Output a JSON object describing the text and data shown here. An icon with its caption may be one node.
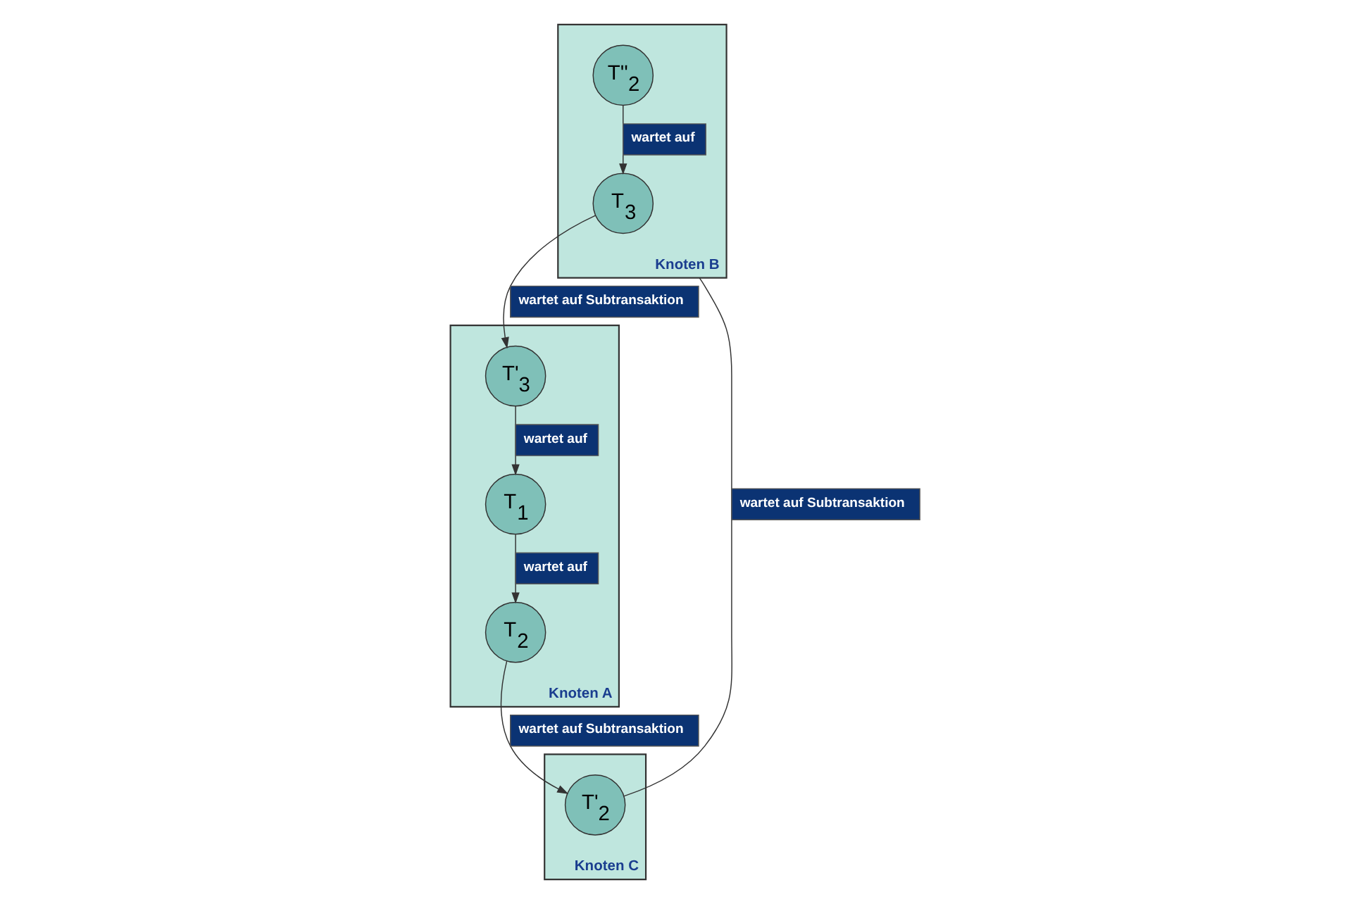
{
  "diagram": {
    "nodes": [
      {
        "text": [
          "Knoten A"
        ]
      },
      {
        "text": [
          "T$_{1}$"
        ],
        "in": 0
      },
      {
        "text": [
          "T'$_{3}$"
        ],
        "in": 0
      },
      {
        "text": [
          "T$_{2}$"
        ],
        "in": 0
      },
      {
        "text": [
          "Knoten B"
        ]
      },
      {
        "text": [
          "T$_{3}$"
        ],
        "in": 4
      },
      {
        "text": [
          "T''$_{2}$"
        ],
        "in": 4
      },
      {
        "text": [
          "Knoten C"
        ]
      },
      {
        "text": [
          "T'$_{2}$"
        ],
        "in": 7
      }
    ],
    "edges": [
      {
        "from": 2,
        "to": 1,
        "arrow": "to",
        "label": "wartet auf"
      },
      {
        "from": 5,
        "to": 2,
        "arrow": "to",
        "label": "wartet auf Subtransaktion"
      },
      {
        "from": 6,
        "to": 5,
        "arrow": "to",
        "label": "wartet auf"
      },
      {
        "from": 1,
        "to": 3,
        "arrow": "to",
        "label": "wartet auf"
      },
      {
        "from": 3,
        "to": 8,
        "arrow": "to",
        "label": "wartet auf Subtransaktion"
      },
      {
        "from": 8,
        "to": 4,
        "arrow": "none",
        "label": "wartet auf Subtransaktion"
      }
    ]
  }
}
